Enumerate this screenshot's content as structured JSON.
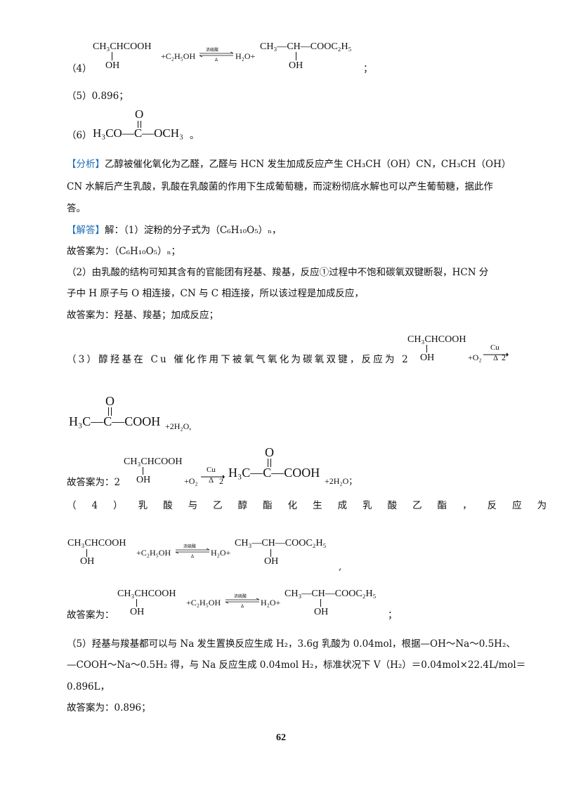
{
  "q4_top": {
    "label": "（4）",
    "lactic_acid_top": "CH₃CHCOOH",
    "lactic_acid_oh": "OH",
    "plus_ethanol": "+C₂H₅OH",
    "cond_top": "浓硫酸",
    "cond_bottom": "Δ",
    "water": "H₂O+",
    "ester_top": "CH₃—CH—COOC₂H₅",
    "ester_oh": "OH",
    "end": "；"
  },
  "q5_top": "（5）0.896；",
  "q6": {
    "label": "（6）",
    "formula_o": "O",
    "formula_main": "H₃CO—C—OCH₃",
    "end": "。"
  },
  "analysis": {
    "tag": "【分析】",
    "line1": "乙醇被催化氧化为乙醛，乙醛与 HCN 发生加成反应产生 CH₃CH（OH）CN，CH₃CH（OH）",
    "line2": "CN 水解后产生乳酸，乳酸在乳酸菌的作用下生成葡萄糖，而淀粉彻底水解也可以产生葡萄糖，据此作",
    "line3": "答。"
  },
  "solution": {
    "tag": "【解答】",
    "line1": "解：（1）淀粉的分子式为（C₆H₁₀O₅）ₙ，",
    "line2": "故答案为：（C₆H₁₀O₅）ₙ；",
    "line3": "（2）由乳酸的结构可知其含有的官能团有羟基、羧基，反应①过程中不饱和碳氧双键断裂，HCN 分",
    "line4": "子中 H 原子与 O 相连接，CN 与 C 相连接，所以该过程是加成反应，",
    "line5": "故答案为：羟基、羧基；加成反应；",
    "line6": "（3）醇羟基在 Cu 催化作用下被氧气氧化为碳氧双键，反应为 2",
    "r3_lactic_top": "CH₃CHCOOH",
    "r3_lactic_oh": "OH",
    "r3_plus_o2": "+O₂",
    "r3_cu": "Cu",
    "r3_delta": "Δ",
    "r3_coef": "2",
    "pyruvic_o": "O",
    "pyruvic_main": "H₃C—C—COOH",
    "pyruvic_tail": "+2H₂O,",
    "line7_prefix": "故答案为：2",
    "line7_tail": "+2H₂O；",
    "line8": "（4）乳酸与乙醇酯化生成乳酸乙酯，反应为：",
    "r4_comma": ",",
    "line9_prefix": "故答案为：",
    "r4_end": "；",
    "line10": "（5）羟基与羧基都可以与 Na 发生置换反应生成 H₂，3.6g 乳酸为 0.04mol，根据—OH～Na～0.5H₂、",
    "line11": "—COOH～Na～0.5H₂ 得，与 Na 反应生成 0.04mol H₂，标准状况下 V（H₂）＝0.04mol×22.4L/mol＝",
    "line12": "0.896L，",
    "line13": "故答案为：0.896；"
  },
  "page_number": "62"
}
